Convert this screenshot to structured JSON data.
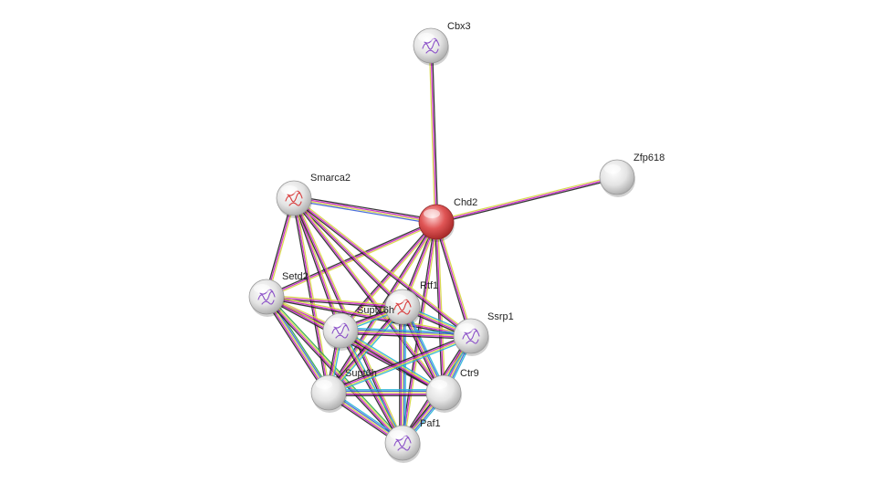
{
  "network": {
    "nodes": [
      {
        "id": "Cbx3",
        "label": "Cbx3",
        "style": "structure"
      },
      {
        "id": "Zfp618",
        "label": "Zfp618",
        "style": "plain"
      },
      {
        "id": "Chd2",
        "label": "Chd2",
        "style": "query"
      },
      {
        "id": "Smarca2",
        "label": "Smarca2",
        "style": "structure-red"
      },
      {
        "id": "Setd2",
        "label": "Setd2",
        "style": "structure"
      },
      {
        "id": "Rtf1",
        "label": "Rtf1",
        "style": "structure-red"
      },
      {
        "id": "Supt16h",
        "label": "Supt16h",
        "style": "structure"
      },
      {
        "id": "Ssrp1",
        "label": "Ssrp1",
        "style": "structure"
      },
      {
        "id": "Supt6h",
        "label": "Supt6h",
        "style": "plain"
      },
      {
        "id": "Ctr9",
        "label": "Ctr9",
        "style": "plain"
      },
      {
        "id": "Paf1",
        "label": "Paf1",
        "style": "structure"
      }
    ],
    "edges": [
      {
        "source": "Chd2",
        "target": "Cbx3",
        "evidence": [
          "yellow",
          "magenta",
          "black"
        ]
      },
      {
        "source": "Chd2",
        "target": "Zfp618",
        "evidence": [
          "yellow",
          "magenta",
          "black"
        ]
      },
      {
        "source": "Chd2",
        "target": "Smarca2",
        "evidence": [
          "blue",
          "yellow",
          "magenta",
          "black"
        ]
      },
      {
        "source": "Chd2",
        "target": "Setd2",
        "evidence": [
          "yellow",
          "magenta",
          "black"
        ]
      },
      {
        "source": "Chd2",
        "target": "Rtf1",
        "evidence": [
          "yellow",
          "magenta",
          "black"
        ]
      },
      {
        "source": "Chd2",
        "target": "Supt16h",
        "evidence": [
          "yellow",
          "magenta",
          "black"
        ]
      },
      {
        "source": "Chd2",
        "target": "Ssrp1",
        "evidence": [
          "yellow",
          "magenta",
          "black"
        ]
      },
      {
        "source": "Chd2",
        "target": "Supt6h",
        "evidence": [
          "yellow",
          "magenta",
          "black"
        ]
      },
      {
        "source": "Chd2",
        "target": "Ctr9",
        "evidence": [
          "yellow",
          "magenta",
          "black"
        ]
      },
      {
        "source": "Chd2",
        "target": "Paf1",
        "evidence": [
          "yellow",
          "magenta",
          "black"
        ]
      },
      {
        "source": "Smarca2",
        "target": "Setd2",
        "evidence": [
          "yellow",
          "magenta",
          "black"
        ]
      },
      {
        "source": "Smarca2",
        "target": "Rtf1",
        "evidence": [
          "yellow",
          "magenta",
          "black"
        ]
      },
      {
        "source": "Smarca2",
        "target": "Supt16h",
        "evidence": [
          "yellow",
          "magenta",
          "black"
        ]
      },
      {
        "source": "Smarca2",
        "target": "Ssrp1",
        "evidence": [
          "yellow",
          "magenta",
          "black"
        ]
      },
      {
        "source": "Smarca2",
        "target": "Supt6h",
        "evidence": [
          "yellow",
          "magenta",
          "black"
        ]
      },
      {
        "source": "Smarca2",
        "target": "Ctr9",
        "evidence": [
          "yellow",
          "magenta",
          "black"
        ]
      },
      {
        "source": "Smarca2",
        "target": "Paf1",
        "evidence": [
          "yellow",
          "magenta",
          "black"
        ]
      },
      {
        "source": "Setd2",
        "target": "Rtf1",
        "evidence": [
          "yellow",
          "magenta",
          "black"
        ]
      },
      {
        "source": "Setd2",
        "target": "Supt16h",
        "evidence": [
          "yellow",
          "magenta",
          "black"
        ]
      },
      {
        "source": "Setd2",
        "target": "Ssrp1",
        "evidence": [
          "yellow",
          "magenta",
          "black"
        ]
      },
      {
        "source": "Setd2",
        "target": "Supt6h",
        "evidence": [
          "green",
          "blue",
          "yellow",
          "magenta",
          "black"
        ]
      },
      {
        "source": "Setd2",
        "target": "Ctr9",
        "evidence": [
          "yellow",
          "magenta",
          "black"
        ]
      },
      {
        "source": "Setd2",
        "target": "Paf1",
        "evidence": [
          "green",
          "yellow",
          "magenta",
          "black"
        ]
      },
      {
        "source": "Rtf1",
        "target": "Supt16h",
        "evidence": [
          "cyan",
          "yellow",
          "magenta",
          "black"
        ]
      },
      {
        "source": "Rtf1",
        "target": "Ssrp1",
        "evidence": [
          "cyan",
          "yellow",
          "magenta",
          "black"
        ]
      },
      {
        "source": "Rtf1",
        "target": "Supt6h",
        "evidence": [
          "cyan",
          "yellow",
          "magenta",
          "black"
        ]
      },
      {
        "source": "Rtf1",
        "target": "Ctr9",
        "evidence": [
          "cyan",
          "blue",
          "yellow",
          "magenta",
          "black"
        ]
      },
      {
        "source": "Rtf1",
        "target": "Paf1",
        "evidence": [
          "cyan",
          "blue",
          "yellow",
          "magenta",
          "black"
        ]
      },
      {
        "source": "Supt16h",
        "target": "Ssrp1",
        "evidence": [
          "cyan",
          "blue",
          "yellow",
          "magenta",
          "black"
        ]
      },
      {
        "source": "Supt16h",
        "target": "Supt6h",
        "evidence": [
          "cyan",
          "yellow",
          "magenta",
          "black"
        ]
      },
      {
        "source": "Supt16h",
        "target": "Ctr9",
        "evidence": [
          "cyan",
          "yellow",
          "magenta",
          "black"
        ]
      },
      {
        "source": "Supt16h",
        "target": "Paf1",
        "evidence": [
          "cyan",
          "yellow",
          "magenta",
          "black"
        ]
      },
      {
        "source": "Ssrp1",
        "target": "Supt6h",
        "evidence": [
          "cyan",
          "yellow",
          "magenta",
          "black"
        ]
      },
      {
        "source": "Ssrp1",
        "target": "Ctr9",
        "evidence": [
          "cyan",
          "blue",
          "yellow",
          "magenta",
          "black"
        ]
      },
      {
        "source": "Ssrp1",
        "target": "Paf1",
        "evidence": [
          "cyan",
          "yellow",
          "magenta",
          "black"
        ]
      },
      {
        "source": "Supt6h",
        "target": "Ctr9",
        "evidence": [
          "cyan",
          "blue",
          "yellow",
          "magenta",
          "black"
        ]
      },
      {
        "source": "Supt6h",
        "target": "Paf1",
        "evidence": [
          "cyan",
          "blue",
          "yellow",
          "magenta",
          "black"
        ]
      },
      {
        "source": "Ctr9",
        "target": "Paf1",
        "evidence": [
          "cyan",
          "blue",
          "yellow",
          "magenta",
          "black"
        ]
      }
    ]
  },
  "colors": {
    "query_node": "#e05656",
    "node": "#e6e6e6",
    "structure_purple": "#8a4fc7",
    "structure_red": "#d83a3a",
    "green": "#2ea84a",
    "blue": "#3a5fd9",
    "cyan": "#22b3d6",
    "yellow": "#d6d640",
    "magenta": "#c81ec8",
    "black": "#222222"
  }
}
